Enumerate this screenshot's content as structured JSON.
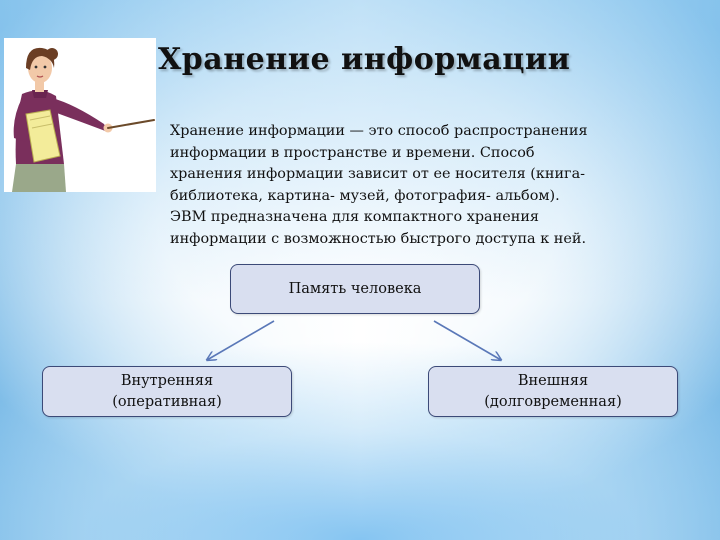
{
  "slide": {
    "title": "Хранение информации",
    "paragraph": " Хранение информации — это способ распространения\nинформации в пространстве и времени. Способ\nхранения информации зависит от ее носителя (книга-\nбиблиотека, картина- музей, фотография- альбом).\nЭВМ предназначена для компактного хранения\nинформации с возможностью быстрого доступа к ней."
  },
  "diagram": {
    "root": "Память человека",
    "left": "Внутренняя\n(оперативная)",
    "right": "Внешняя\n(долговременная)"
  },
  "illustration": {
    "icon": "teacher-with-pointer-icon"
  },
  "colors": {
    "node_fill": "#d9dff0",
    "node_border": "#3c4a78",
    "arrow": "#5a78b8"
  }
}
